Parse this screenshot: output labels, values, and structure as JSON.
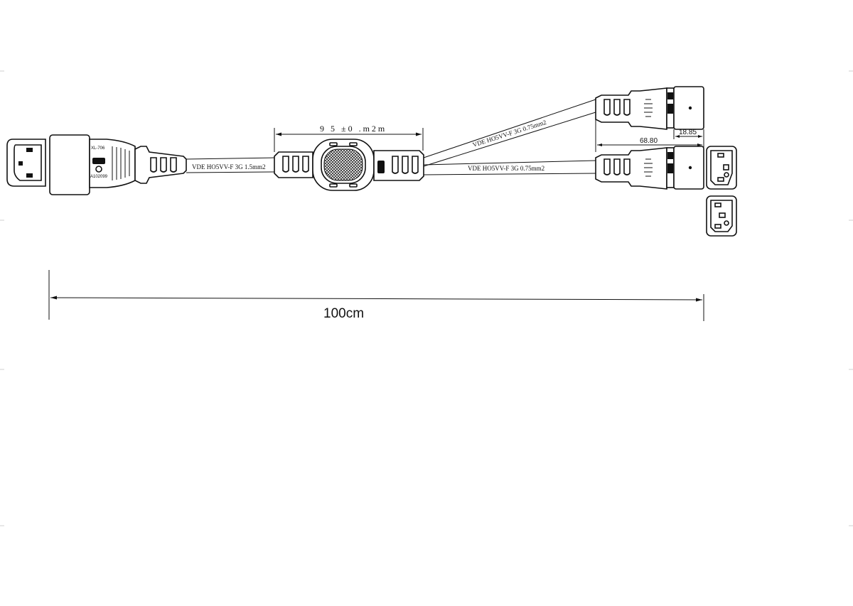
{
  "cables": {
    "main": "VDE HO5VV-F 3G 1.5mm2",
    "branch_upper": "VDE HO5VV-F 3G 0.75mm2",
    "branch_lower": "VDE HO5VV-F 3G 0.75mm2"
  },
  "dimensions": {
    "splitter": "9 5 ±0 .m2m",
    "connector_length": "68.80",
    "connector_head": "18.85",
    "total_length": "100cm"
  },
  "connector_c13": {
    "model": "XL-706",
    "code": "A102099"
  }
}
